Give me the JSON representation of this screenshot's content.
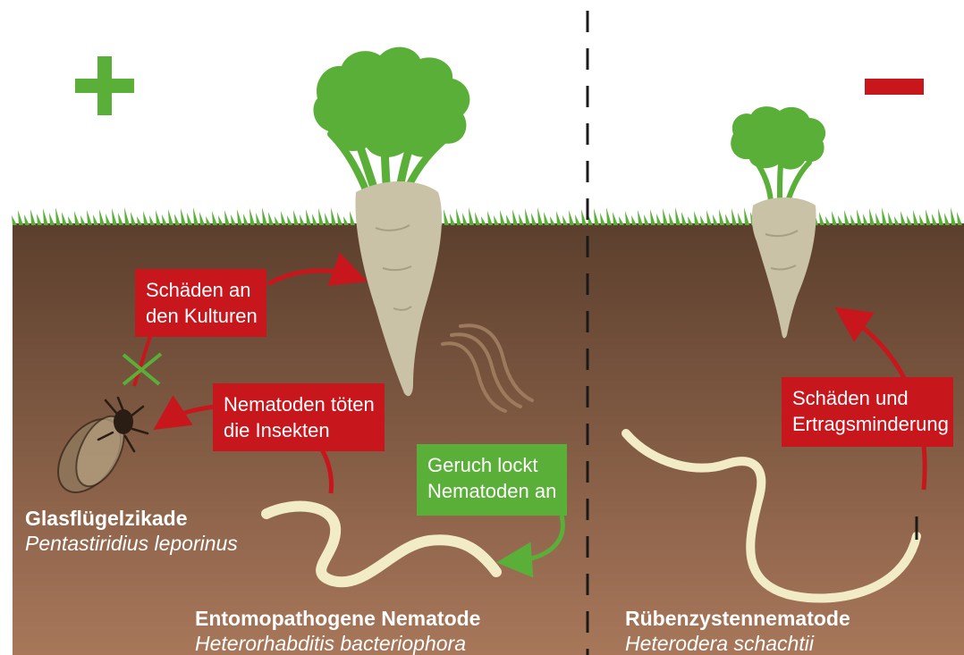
{
  "colors": {
    "positive": "#5aaf39",
    "negative": "#c8161d",
    "soil_top": "#5b3f2d",
    "soil_bottom": "#a8775a",
    "grass": "#5aaf39",
    "beet": "#c9c2a6",
    "nematode": "#f2ecc6"
  },
  "signs": {
    "positive_icon": "plus-icon",
    "negative_icon": "minus-icon"
  },
  "boxes": {
    "damage_crops": {
      "line1": "Schäden an",
      "line2": "den Kulturen"
    },
    "nematodes_kill": {
      "line1": "Nematoden töten",
      "line2": "die Insekten"
    },
    "smell_attracts": {
      "line1": "Geruch lockt",
      "line2": "Nematoden an"
    },
    "damage_yield": {
      "line1": "Schäden und",
      "line2": "Ertragsminderung"
    }
  },
  "organisms": {
    "planthopper": {
      "common": "Glasflügelzikade",
      "latin": "Pentastiridius leporinus"
    },
    "entomopathogenic": {
      "common": "Entomopathogene Nematode",
      "latin": "Heterorhabditis bacteriophora"
    },
    "cyst_nematode": {
      "common": "Rübenzystennematode",
      "latin": "Heterodera schachtii"
    }
  }
}
